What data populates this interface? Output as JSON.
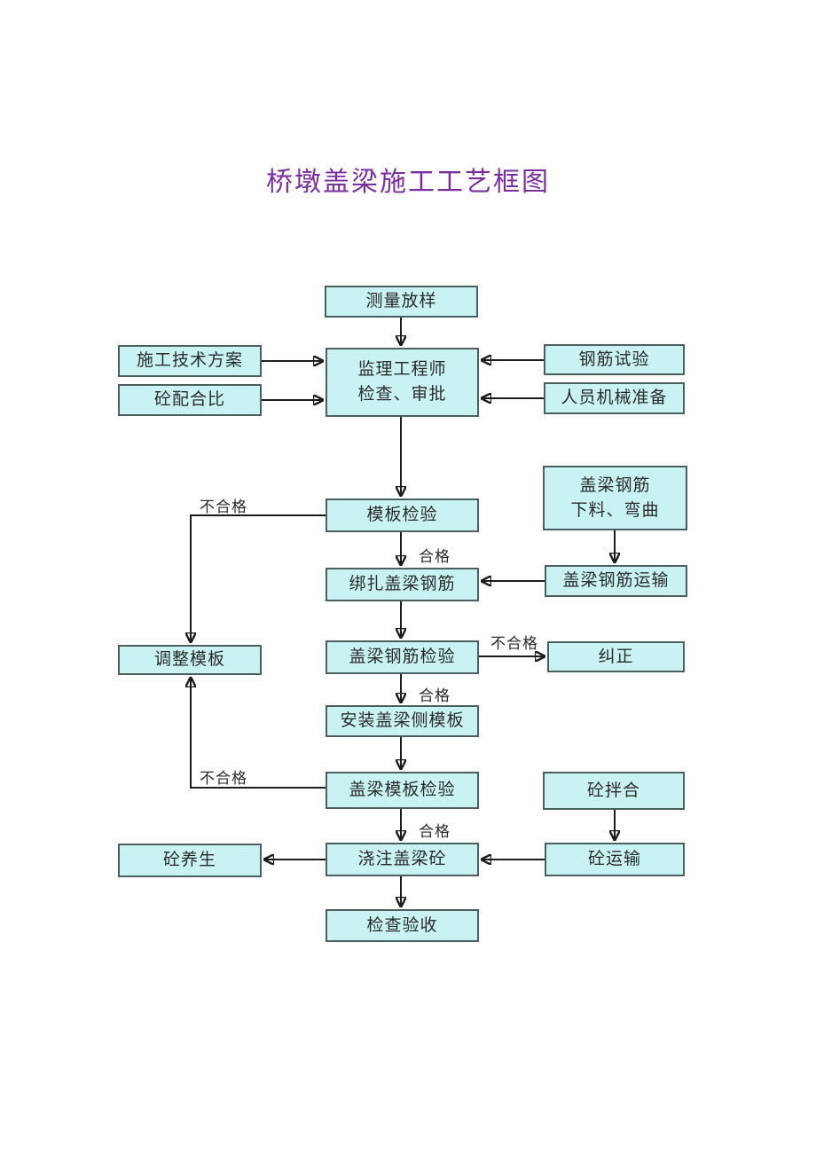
{
  "title": "桥墩盖梁施工工艺框图",
  "colors": {
    "title_text": "#7a2f9f",
    "box_fill": "#c9f3f3",
    "box_border": "#4c5f5f",
    "arrow_line": "#1c1c1c",
    "page_background": "#ffffff"
  },
  "edge_labels": {
    "pass": "合格",
    "fail": "不合格"
  },
  "nodes": {
    "survey_layout": "测量放样",
    "construction_plan": "施工技术方案",
    "concrete_mix_ratio": "砼配合比",
    "supervisor_review_line1": "监理工程师",
    "supervisor_review_line2": "检查、审批",
    "rebar_test": "钢筋试验",
    "personnel_machinery": "人员机械准备",
    "formwork_inspection": "模板检验",
    "rebar_cutting_line1": "盖梁钢筋",
    "rebar_cutting_line2": "下料、弯曲",
    "tie_rebar": "绑扎盖梁钢筋",
    "rebar_transport": "盖梁钢筋运输",
    "adjust_formwork": "调整模板",
    "rebar_inspection": "盖梁钢筋检验",
    "rectify": "纠正",
    "install_side_formwork": "安装盖梁侧模板",
    "capbeam_formwork_inspection": "盖梁模板检验",
    "concrete_mixing": "砼拌合",
    "pour_concrete": "浇注盖梁砼",
    "concrete_transport": "砼运输",
    "concrete_curing": "砼养生",
    "final_inspection": "检查验收"
  }
}
